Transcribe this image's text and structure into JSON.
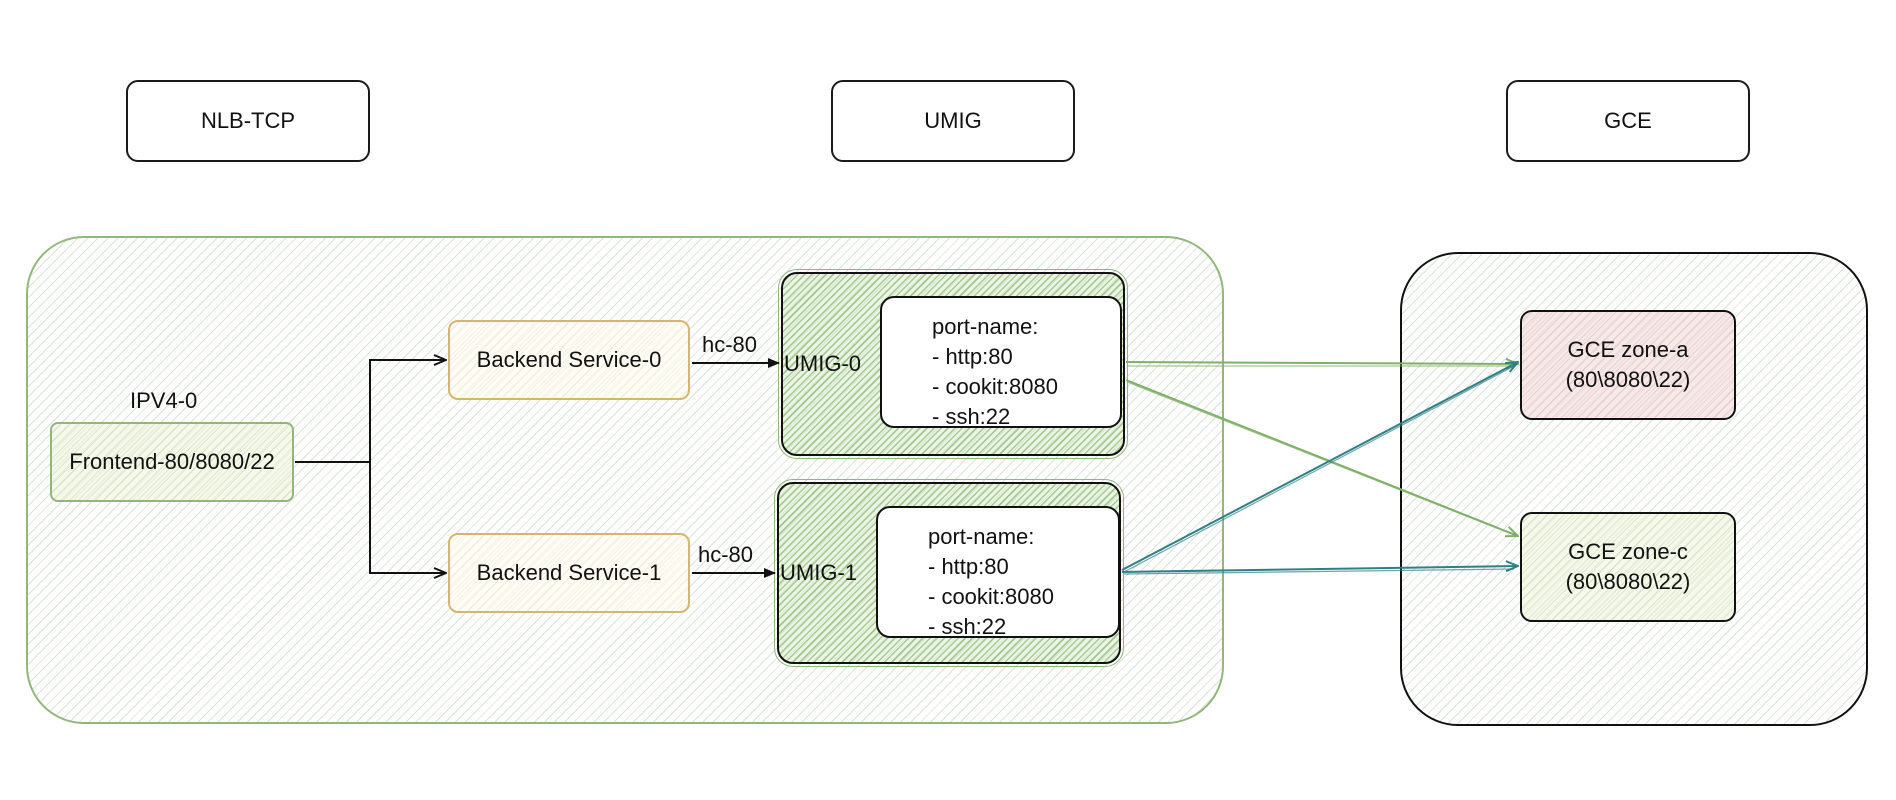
{
  "headers": {
    "nlb_tcp": "NLB-TCP",
    "umig": "UMIG",
    "gce": "GCE"
  },
  "frontend": {
    "ip_label": "IPV4-0",
    "label": "Frontend-80/8080/22"
  },
  "backend_services": [
    {
      "label": "Backend Service-0",
      "health_check": "hc-80"
    },
    {
      "label": "Backend Service-1",
      "health_check": "hc-80"
    }
  ],
  "umigs": [
    {
      "label": "UMIG-0",
      "ports": {
        "title": "port-name:",
        "items": [
          "- http:80",
          "- cookit:8080",
          "- ssh:22"
        ]
      }
    },
    {
      "label": "UMIG-1",
      "ports": {
        "title": "port-name:",
        "items": [
          "- http:80",
          "- cookit:8080",
          "- ssh:22"
        ]
      }
    }
  ],
  "gce_instances": [
    {
      "name": "GCE zone-a",
      "ports": "(80\\8080\\22)"
    },
    {
      "name": "GCE zone-c",
      "ports": "(80\\8080\\22)"
    }
  ],
  "colors": {
    "nlb_group_border": "#8fb87a",
    "umig0_links": "#7fb069",
    "umig1_links": "#2f7f86",
    "backend_border": "#d6b66a",
    "arrow": "#111111"
  }
}
